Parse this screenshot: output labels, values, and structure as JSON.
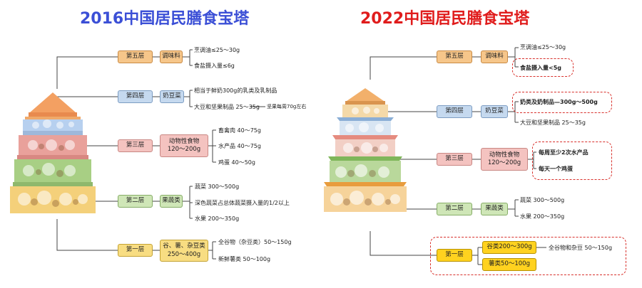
{
  "left": {
    "title": "2016中国居民膳食宝塔",
    "levels": [
      {
        "layer": "第五层",
        "group": "调味料",
        "items": [
          "烹调油≤25～30g",
          "食盐摄入量≤6g"
        ]
      },
      {
        "layer": "第四层",
        "group": "奶豆菜",
        "items": [
          "相当于鲜奶300g的乳类及乳制品",
          "大豆和坚果制品 25～35g",
          "坚果每周70g左右"
        ]
      },
      {
        "layer": "第三层",
        "group": "动物性食物\n120～200g",
        "items": [
          "畜禽肉 40～75g",
          "水产品 40～75g",
          "鸡蛋 40～50g"
        ]
      },
      {
        "layer": "第二层",
        "group": "果蔬类",
        "items": [
          "蔬菜 300～500g",
          "深色蔬菜占总体蔬菜摄入量的1/2以上",
          "水果 200～350g"
        ]
      },
      {
        "layer": "第一层",
        "group": "谷、薯、杂豆类\n250～400g",
        "items": [
          "全谷物（杂豆类）50～150g",
          "新鲜薯类 50～100g"
        ]
      }
    ]
  },
  "right": {
    "title": "2022中国居民膳食宝塔",
    "levels": [
      {
        "layer": "第五层",
        "group": "调味料",
        "items": [
          "烹调油≤25～30g",
          "食盐摄入量<5g"
        ]
      },
      {
        "layer": "第四层",
        "group": "奶豆菜",
        "items": [
          "奶类及奶制品—300g～500g",
          "大豆和坚果制品 25～35g"
        ]
      },
      {
        "layer": "第三层",
        "group": "动物性食物\n120～200g",
        "items": [
          "每周至少2次水产品",
          "每天一个鸡蛋"
        ]
      },
      {
        "layer": "第二层",
        "group": "果蔬类",
        "items": [
          "蔬菜 300～500g",
          "水果 200～350g"
        ]
      },
      {
        "layer": "第一层",
        "groups": [
          "谷类200～300g",
          "薯类50～100g"
        ],
        "items": [
          "全谷物和杂豆 50～150g"
        ]
      }
    ]
  },
  "colors": {
    "title_2016": "#3b4fd6",
    "title_2022": "#e01c1c",
    "highlight": "#d8302b"
  }
}
